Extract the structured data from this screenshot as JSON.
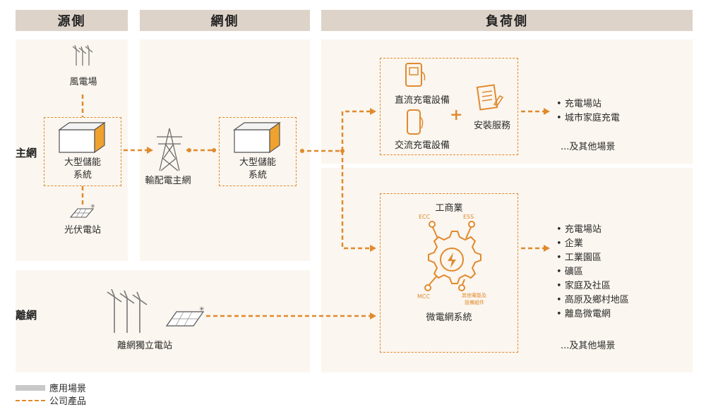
{
  "headers": {
    "source": "源側",
    "grid": "網側",
    "load": "負荷側"
  },
  "side_labels": {
    "main": "主網",
    "off": "離網"
  },
  "source": {
    "wind": "風電場",
    "storage": [
      "大型儲能",
      "系統"
    ],
    "solar": "光伏電站"
  },
  "grid": {
    "tower": "輸配電主網",
    "storage": [
      "大型儲能",
      "系統"
    ]
  },
  "offgrid": {
    "station": "離網獨立電站"
  },
  "load_top": {
    "dc": "直流充電設備",
    "ac": "交流充電設備",
    "install": "安裝服務",
    "plus": "+",
    "items": [
      "充電場站",
      "城市家庭充電"
    ],
    "more": "...及其他場景"
  },
  "load_bottom": {
    "title": "工商業",
    "ecc": "ECC",
    "ess": "ESS",
    "mcc": "MCC",
    "other": [
      "其他電能及",
      "設備組件"
    ],
    "system": "微電網系統",
    "items": [
      "充電場站",
      "企業",
      "工業園區",
      "礦區",
      "家庭及社區",
      "高原及鄉村地區",
      "離島微電網"
    ],
    "more": "...及其他場景"
  },
  "legend": {
    "scenario": "應用場景",
    "product": "公司產品"
  },
  "colors": {
    "orange": "#e08a2e",
    "panel": "#fbf6ef",
    "header": "#ddd3c8",
    "legend_gray": "#c8c8c8"
  }
}
